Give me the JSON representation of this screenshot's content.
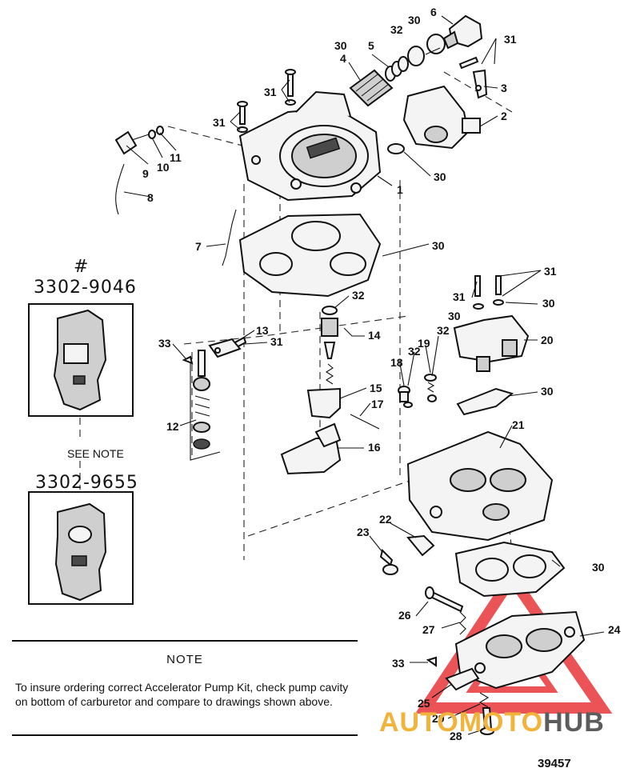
{
  "header": {
    "hash": "#",
    "part_no_1": "3302-9046",
    "part_no_2": "3302-9655"
  },
  "see_note": "SEE NOTE",
  "note": {
    "title": "NOTE",
    "body": "To insure ordering correct Accelerator Pump Kit, check pump cavity on bottom of carburetor and compare to drawings shown above."
  },
  "figure_number": "39457",
  "watermark": {
    "part_a": "AUTO",
    "part_b": "MOTO",
    "part_c": "HUB",
    "color_a": "#f2b33a",
    "color_b": "#5c5c5c",
    "triangle_color": "#e8363a"
  },
  "callouts": [
    "1",
    "2",
    "3",
    "4",
    "5",
    "6",
    "7",
    "8",
    "9",
    "10",
    "11",
    "12",
    "13",
    "14",
    "15",
    "16",
    "17",
    "18",
    "19",
    "20",
    "21",
    "22",
    "23",
    "24",
    "25",
    "26",
    "27",
    "28",
    "29",
    "30",
    "31",
    "32",
    "33"
  ]
}
